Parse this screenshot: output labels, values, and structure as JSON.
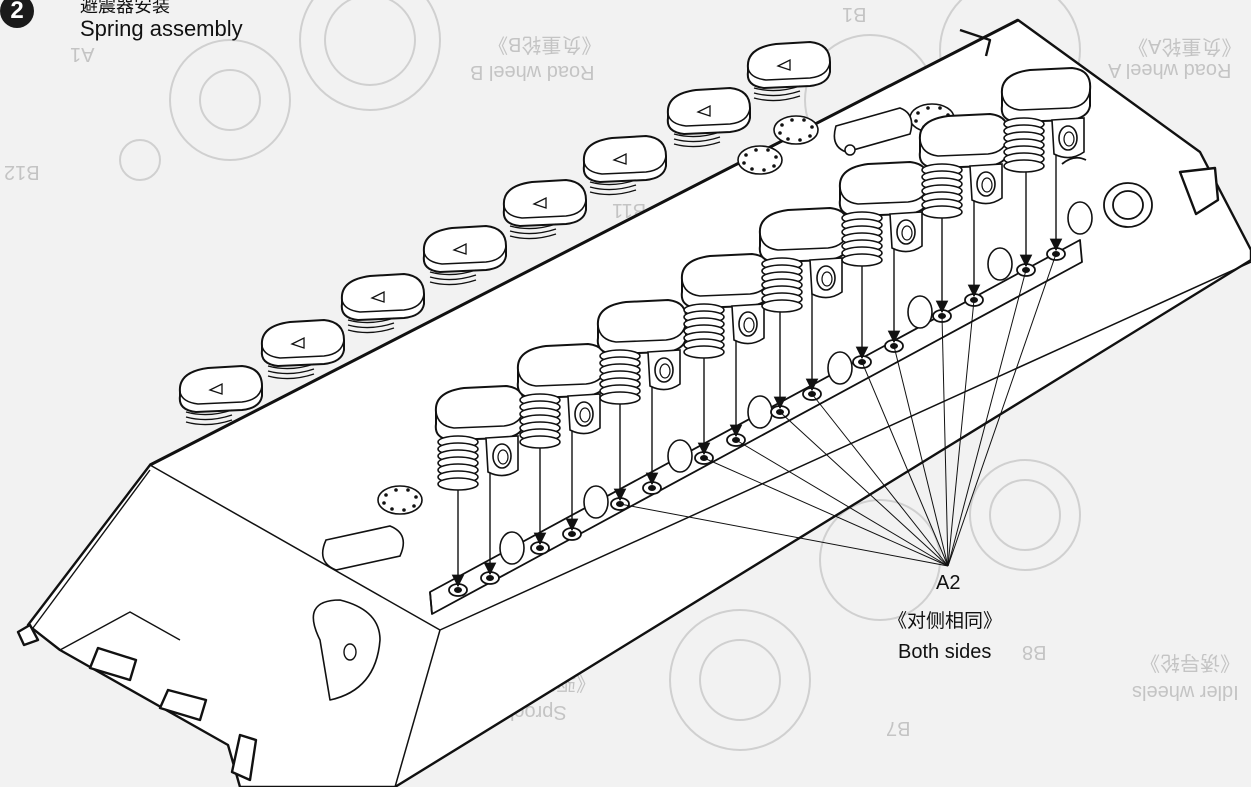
{
  "step": {
    "number": "2",
    "title_cn": "避震器安装",
    "title_en": "Spring assembly"
  },
  "callout": {
    "part": "A2",
    "note_cn": "《对侧相同》",
    "note_en": "Both sides"
  },
  "bleed_through": {
    "road_wheel_b_cn": "《负重轮B》",
    "road_wheel_b_en": "Road wheel B",
    "road_wheel_a_cn": "《负重轮A》",
    "road_wheel_a_en": "Road wheel A",
    "sprocket_cn": "《驱动轮》",
    "sprocket_en": "Sprocket wheels",
    "idler_cn": "《诱导轮》",
    "idler_en": "Idler wheels",
    "b1": "B1",
    "b7": "B7",
    "b8": "B8",
    "b11": "B11",
    "b12": "B12",
    "a1": "A1"
  },
  "colors": {
    "background": "#f2f2f2",
    "ink": "#111111",
    "ghost": "#c4c4c4"
  }
}
